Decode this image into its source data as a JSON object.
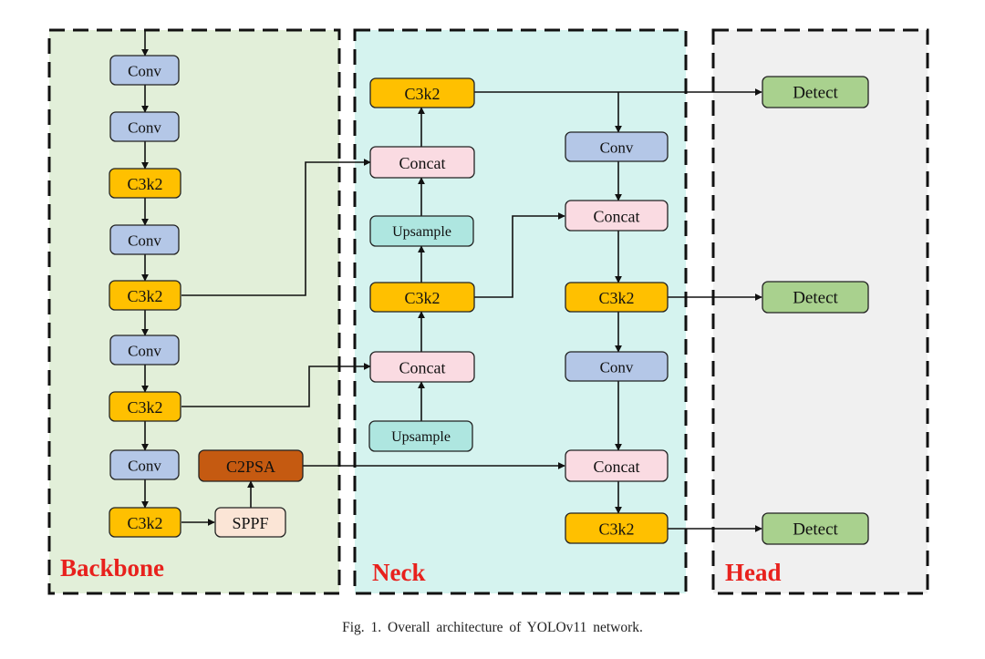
{
  "sections": {
    "backbone": "Backbone",
    "neck": "Neck",
    "head": "Head"
  },
  "colors": {
    "backbone_bg": "#e2efd9",
    "neck_bg": "#d5f3ef",
    "head_bg": "#f0f0f0",
    "title_red": "#e8211d",
    "conv": "#b4c7e7",
    "c3k2": "#ffc000",
    "c2psa": "#c55a11",
    "sppf": "#fbe5d6",
    "concat": "#fadbe2",
    "upsample": "#aee6e0",
    "detect": "#a9d18e"
  },
  "nodes": {
    "bb_conv1": "Conv",
    "bb_conv2": "Conv",
    "bb_c3k2_1": "C3k2",
    "bb_conv3": "Conv",
    "bb_c3k2_2": "C3k2",
    "bb_conv4": "Conv",
    "bb_c3k2_3": "C3k2",
    "bb_conv5": "Conv",
    "bb_c3k2_4": "C3k2",
    "bb_sppf": "SPPF",
    "bb_c2psa": "C2PSA",
    "nk_c3k2_top": "C3k2",
    "nk_concat_a": "Concat",
    "nk_upsample_a": "Upsample",
    "nk_c3k2_mid": "C3k2",
    "nk_concat_b": "Concat",
    "nk_upsample_b": "Upsample",
    "nk_conv_r1": "Conv",
    "nk_concat_r1": "Concat",
    "nk_c3k2_r1": "C3k2",
    "nk_conv_r2": "Conv",
    "nk_concat_r2": "Concat",
    "nk_c3k2_r2": "C3k2",
    "hd_detect1": "Detect",
    "hd_detect2": "Detect",
    "hd_detect3": "Detect"
  },
  "caption": "Fig. 1.  Overall architecture of YOLOv11 network."
}
